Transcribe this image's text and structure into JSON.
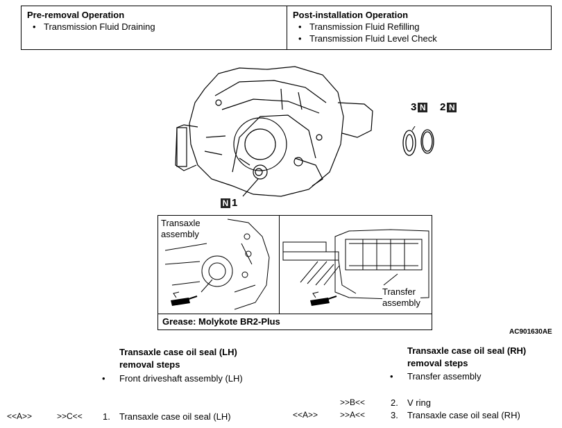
{
  "operations": {
    "pre_removal": {
      "heading": "Pre-removal Operation",
      "items": [
        "Transmission Fluid Draining"
      ]
    },
    "post_installation": {
      "heading": "Post-installation Operation",
      "items": [
        "Transmission Fluid Refilling",
        "Transmission Fluid Level Check"
      ]
    }
  },
  "figure": {
    "callouts": [
      {
        "number": "3",
        "badge": "N"
      },
      {
        "number": "2",
        "badge": "N"
      },
      {
        "number": "1",
        "badge": "N"
      }
    ],
    "detail_left_label": "Transaxle\nassembly",
    "detail_right_label": "Transfer\nassembly",
    "grease_note": "Grease: Molykote BR2-Plus",
    "figure_code": "AC901630AE"
  },
  "steps_lh": {
    "heading_line1": "Transaxle case oil seal (LH)",
    "heading_line2": "removal steps",
    "bullet_item": "Front driveshaft assembly (LH)",
    "steps": [
      {
        "mark_removal": "<<A>>",
        "mark_install": ">>C<<",
        "number": "1.",
        "label": "Transaxle case oil seal (LH)"
      }
    ]
  },
  "steps_rh": {
    "heading_line1": "Transaxle case oil seal (RH)",
    "heading_line2": "removal steps",
    "bullet_item": "Transfer assembly",
    "steps": [
      {
        "mark_removal": "",
        "mark_install": ">>B<<",
        "number": "2.",
        "label": "V ring"
      },
      {
        "mark_removal": "<<A>>",
        "mark_install": ">>A<<",
        "number": "3.",
        "label": "Transaxle case oil seal (RH)"
      }
    ]
  },
  "bullet_symbol": "•"
}
